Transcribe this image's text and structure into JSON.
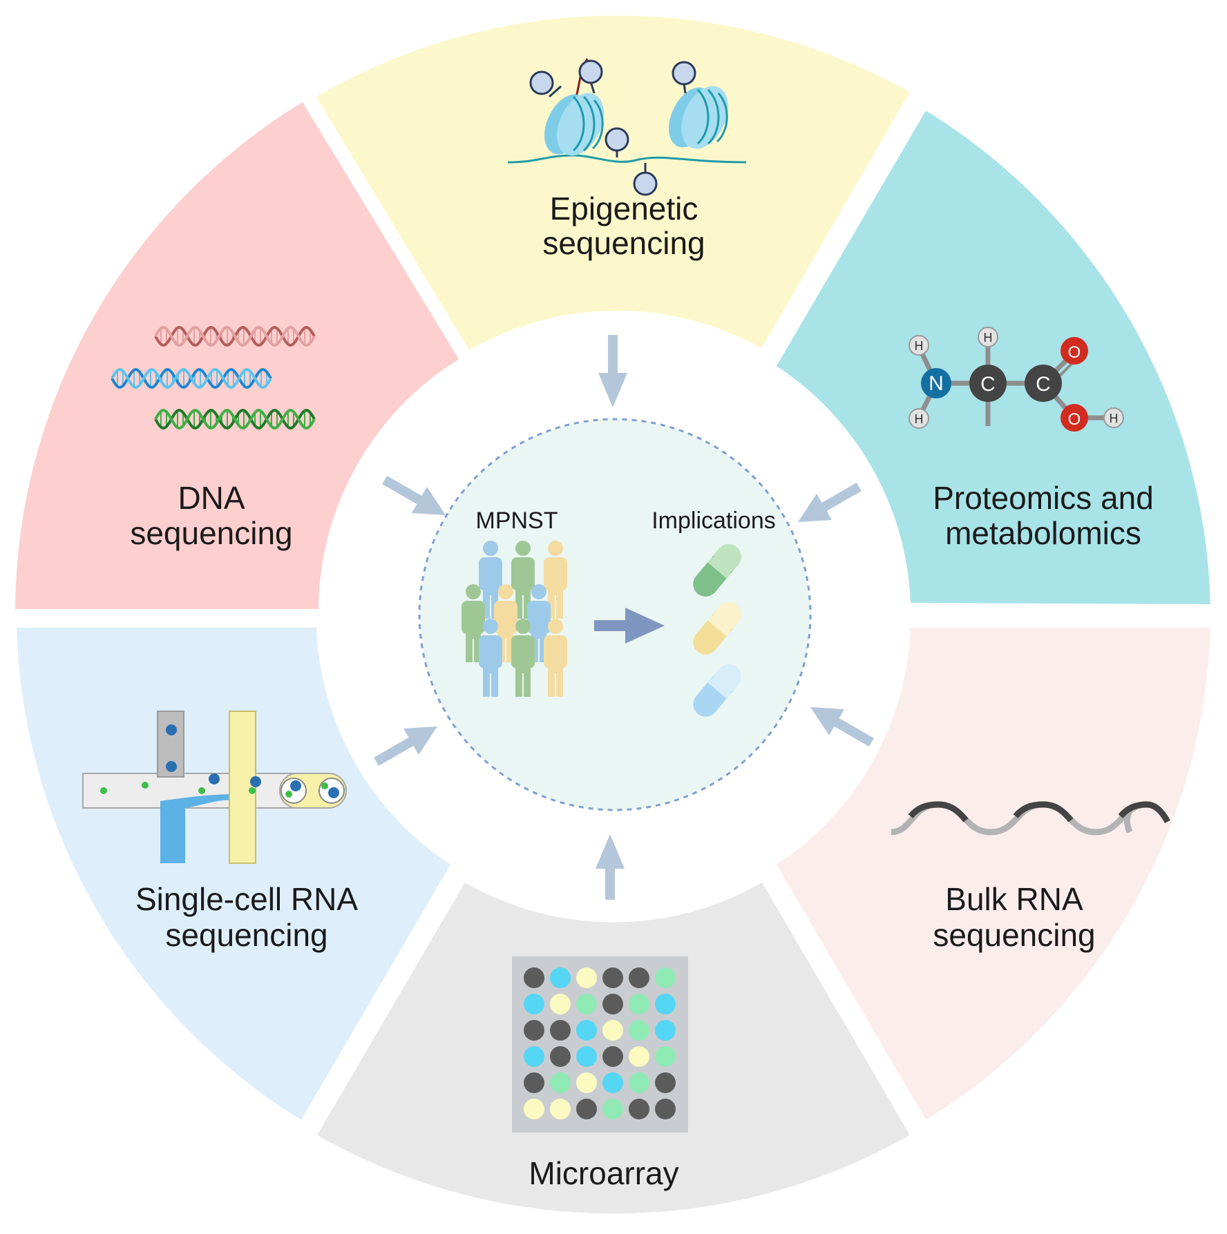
{
  "segments": {
    "epigenetic": {
      "line1": "Epigenetic",
      "line2": "sequencing",
      "color": "#FDF8CC"
    },
    "proteomics": {
      "line1": "Proteomics and",
      "line2": "metabolomics",
      "color": "#A8E3E8"
    },
    "bulk_rna": {
      "line1": "Bulk RNA",
      "line2": "sequencing",
      "color": "#FCEDED"
    },
    "microarray": {
      "line1": "Microarray",
      "color": "#E8E8E8"
    },
    "single_cell": {
      "line1": "Single-cell RNA",
      "line2": "sequencing",
      "color": "#DEEFFB"
    },
    "dna": {
      "line1": "DNA",
      "line2": "sequencing",
      "color": "#FDCFCE"
    }
  },
  "center": {
    "left_label": "MPNST",
    "right_label": "Implications",
    "fill": "#EAF6F3",
    "border": "#7F9FCF"
  },
  "molecule": {
    "atoms": [
      "N",
      "C",
      "C",
      "O",
      "O",
      "H",
      "H",
      "H",
      "H"
    ]
  },
  "microarray_colors": {
    "dark": "#5B5B5B",
    "cyan": "#55D6F5",
    "yellow": "#FBFAC0",
    "green": "#8FEAB4"
  },
  "arrow_color": "#B4C6DA"
}
